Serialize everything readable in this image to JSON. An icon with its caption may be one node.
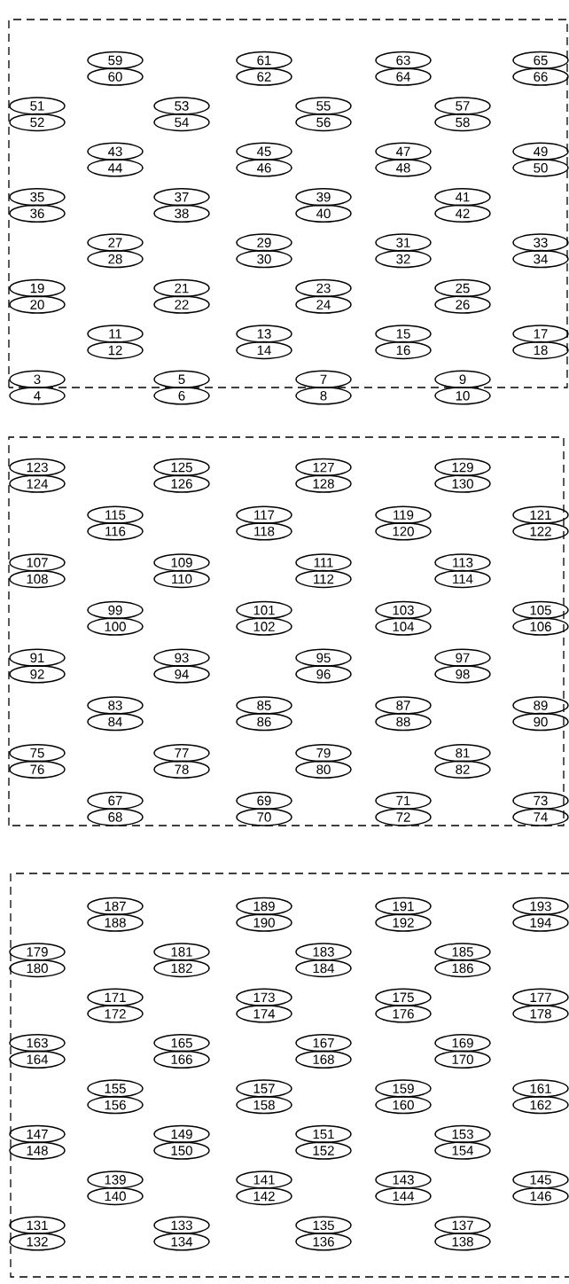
{
  "diagram": {
    "nodes": [
      {
        "text": [
          "59"
        ]
      },
      {
        "text": [
          "60"
        ]
      },
      {
        "text": [
          "61"
        ]
      },
      {
        "text": [
          "62"
        ]
      },
      {
        "text": [
          "63"
        ]
      },
      {
        "text": [
          "64"
        ]
      },
      {
        "text": [
          "65"
        ]
      },
      {
        "text": [
          "66"
        ]
      },
      {
        "text": [
          "51"
        ]
      },
      {
        "text": [
          "52"
        ]
      },
      {
        "text": [
          "53"
        ]
      },
      {
        "text": [
          "54"
        ]
      },
      {
        "text": [
          "55"
        ]
      },
      {
        "text": [
          "56"
        ]
      },
      {
        "text": [
          "57"
        ]
      },
      {
        "text": [
          "58"
        ]
      },
      {
        "text": [
          "43"
        ]
      },
      {
        "text": [
          "44"
        ]
      },
      {
        "text": [
          "45"
        ]
      },
      {
        "text": [
          "46"
        ]
      },
      {
        "text": [
          "47"
        ]
      },
      {
        "text": [
          "48"
        ]
      },
      {
        "text": [
          "49"
        ]
      },
      {
        "text": [
          "50"
        ]
      },
      {
        "text": [
          "35"
        ]
      },
      {
        "text": [
          "36"
        ]
      },
      {
        "text": [
          "37"
        ]
      },
      {
        "text": [
          "38"
        ]
      },
      {
        "text": [
          "39"
        ]
      },
      {
        "text": [
          "40"
        ]
      },
      {
        "text": [
          "41"
        ]
      },
      {
        "text": [
          "42"
        ]
      },
      {
        "text": [
          "27"
        ]
      },
      {
        "text": [
          "28"
        ]
      },
      {
        "text": [
          "29"
        ]
      },
      {
        "text": [
          "30"
        ]
      },
      {
        "text": [
          "31"
        ]
      },
      {
        "text": [
          "32"
        ]
      },
      {
        "text": [
          "33"
        ]
      },
      {
        "text": [
          "34"
        ]
      },
      {
        "text": [
          "19"
        ]
      },
      {
        "text": [
          "20"
        ]
      },
      {
        "text": [
          "21"
        ]
      },
      {
        "text": [
          "22"
        ]
      },
      {
        "text": [
          "23"
        ]
      },
      {
        "text": [
          "24"
        ]
      },
      {
        "text": [
          "25"
        ]
      },
      {
        "text": [
          "26"
        ]
      },
      {
        "text": [
          "11"
        ]
      },
      {
        "text": [
          "12"
        ]
      },
      {
        "text": [
          "13"
        ]
      },
      {
        "text": [
          "14"
        ]
      },
      {
        "text": [
          "15"
        ]
      },
      {
        "text": [
          "16"
        ]
      },
      {
        "text": [
          "17"
        ]
      },
      {
        "text": [
          "18"
        ]
      },
      {
        "text": [
          "3"
        ]
      },
      {
        "text": [
          "4"
        ]
      },
      {
        "text": [
          "5"
        ]
      },
      {
        "text": [
          "6"
        ]
      },
      {
        "text": [
          "7"
        ]
      },
      {
        "text": [
          "8"
        ]
      },
      {
        "text": [
          "9"
        ]
      },
      {
        "text": [
          "10"
        ]
      },
      {
        "text": [
          "123"
        ]
      },
      {
        "text": [
          "124"
        ]
      },
      {
        "text": [
          "125"
        ]
      },
      {
        "text": [
          "126"
        ]
      },
      {
        "text": [
          "127"
        ]
      },
      {
        "text": [
          "128"
        ]
      },
      {
        "text": [
          "129"
        ]
      },
      {
        "text": [
          "130"
        ]
      },
      {
        "text": [
          "115"
        ]
      },
      {
        "text": [
          "116"
        ]
      },
      {
        "text": [
          "117"
        ]
      },
      {
        "text": [
          "118"
        ]
      },
      {
        "text": [
          "119"
        ]
      },
      {
        "text": [
          "120"
        ]
      },
      {
        "text": [
          "121"
        ]
      },
      {
        "text": [
          "122"
        ]
      },
      {
        "text": [
          "107"
        ]
      },
      {
        "text": [
          "108"
        ]
      },
      {
        "text": [
          "109"
        ]
      },
      {
        "text": [
          "110"
        ]
      },
      {
        "text": [
          "111"
        ]
      },
      {
        "text": [
          "112"
        ]
      },
      {
        "text": [
          "113"
        ]
      },
      {
        "text": [
          "114"
        ]
      },
      {
        "text": [
          "99"
        ]
      },
      {
        "text": [
          "100"
        ]
      },
      {
        "text": [
          "101"
        ]
      },
      {
        "text": [
          "102"
        ]
      },
      {
        "text": [
          "103"
        ]
      },
      {
        "text": [
          "104"
        ]
      },
      {
        "text": [
          "105"
        ]
      },
      {
        "text": [
          "106"
        ]
      },
      {
        "text": [
          "91"
        ]
      },
      {
        "text": [
          "92"
        ]
      },
      {
        "text": [
          "93"
        ]
      },
      {
        "text": [
          "94"
        ]
      },
      {
        "text": [
          "95"
        ]
      },
      {
        "text": [
          "96"
        ]
      },
      {
        "text": [
          "97"
        ]
      },
      {
        "text": [
          "98"
        ]
      },
      {
        "text": [
          "83"
        ]
      },
      {
        "text": [
          "84"
        ]
      },
      {
        "text": [
          "85"
        ]
      },
      {
        "text": [
          "86"
        ]
      },
      {
        "text": [
          "87"
        ]
      },
      {
        "text": [
          "88"
        ]
      },
      {
        "text": [
          "89"
        ]
      },
      {
        "text": [
          "90"
        ]
      },
      {
        "text": [
          "75"
        ]
      },
      {
        "text": [
          "76"
        ]
      },
      {
        "text": [
          "77"
        ]
      },
      {
        "text": [
          "78"
        ]
      },
      {
        "text": [
          "79"
        ]
      },
      {
        "text": [
          "80"
        ]
      },
      {
        "text": [
          "81"
        ]
      },
      {
        "text": [
          "82"
        ]
      },
      {
        "text": [
          "67"
        ]
      },
      {
        "text": [
          "68"
        ]
      },
      {
        "text": [
          "69"
        ]
      },
      {
        "text": [
          "70"
        ]
      },
      {
        "text": [
          "71"
        ]
      },
      {
        "text": [
          "72"
        ]
      },
      {
        "text": [
          "73"
        ]
      },
      {
        "text": [
          "74"
        ]
      },
      {
        "text": [
          "187"
        ]
      },
      {
        "text": [
          "188"
        ]
      },
      {
        "text": [
          "189"
        ]
      },
      {
        "text": [
          "190"
        ]
      },
      {
        "text": [
          "191"
        ]
      },
      {
        "text": [
          "192"
        ]
      },
      {
        "text": [
          "193"
        ]
      },
      {
        "text": [
          "194"
        ]
      },
      {
        "text": [
          "179"
        ]
      },
      {
        "text": [
          "180"
        ]
      },
      {
        "text": [
          "181"
        ]
      },
      {
        "text": [
          "182"
        ]
      },
      {
        "text": [
          "183"
        ]
      },
      {
        "text": [
          "184"
        ]
      },
      {
        "text": [
          "185"
        ]
      },
      {
        "text": [
          "186"
        ]
      },
      {
        "text": [
          "171"
        ]
      },
      {
        "text": [
          "172"
        ]
      },
      {
        "text": [
          "173"
        ]
      },
      {
        "text": [
          "174"
        ]
      },
      {
        "text": [
          "175"
        ]
      },
      {
        "text": [
          "176"
        ]
      },
      {
        "text": [
          "177"
        ]
      },
      {
        "text": [
          "178"
        ]
      },
      {
        "text": [
          "163"
        ]
      },
      {
        "text": [
          "164"
        ]
      },
      {
        "text": [
          "165"
        ]
      },
      {
        "text": [
          "166"
        ]
      },
      {
        "text": [
          "167"
        ]
      },
      {
        "text": [
          "168"
        ]
      },
      {
        "text": [
          "169"
        ]
      },
      {
        "text": [
          "170"
        ]
      },
      {
        "text": [
          "155"
        ]
      },
      {
        "text": [
          "156"
        ]
      },
      {
        "text": [
          "157"
        ]
      },
      {
        "text": [
          "158"
        ]
      },
      {
        "text": [
          "159"
        ]
      },
      {
        "text": [
          "160"
        ]
      },
      {
        "text": [
          "161"
        ]
      },
      {
        "text": [
          "162"
        ]
      },
      {
        "text": [
          "147"
        ]
      },
      {
        "text": [
          "148"
        ]
      },
      {
        "text": [
          "149"
        ]
      },
      {
        "text": [
          "150"
        ]
      },
      {
        "text": [
          "151"
        ]
      },
      {
        "text": [
          "152"
        ]
      },
      {
        "text": [
          "153"
        ]
      },
      {
        "text": [
          "154"
        ]
      },
      {
        "text": [
          "139"
        ]
      },
      {
        "text": [
          "140"
        ]
      },
      {
        "text": [
          "141"
        ]
      },
      {
        "text": [
          "142"
        ]
      },
      {
        "text": [
          "143"
        ]
      },
      {
        "text": [
          "144"
        ]
      },
      {
        "text": [
          "145"
        ]
      },
      {
        "text": [
          "146"
        ]
      },
      {
        "text": [
          "131"
        ]
      },
      {
        "text": [
          "132"
        ]
      },
      {
        "text": [
          "133"
        ]
      },
      {
        "text": [
          "134"
        ]
      },
      {
        "text": [
          "135"
        ]
      },
      {
        "text": [
          "136"
        ]
      },
      {
        "text": [
          "137"
        ]
      },
      {
        "text": [
          "138"
        ]
      }
    ]
  }
}
